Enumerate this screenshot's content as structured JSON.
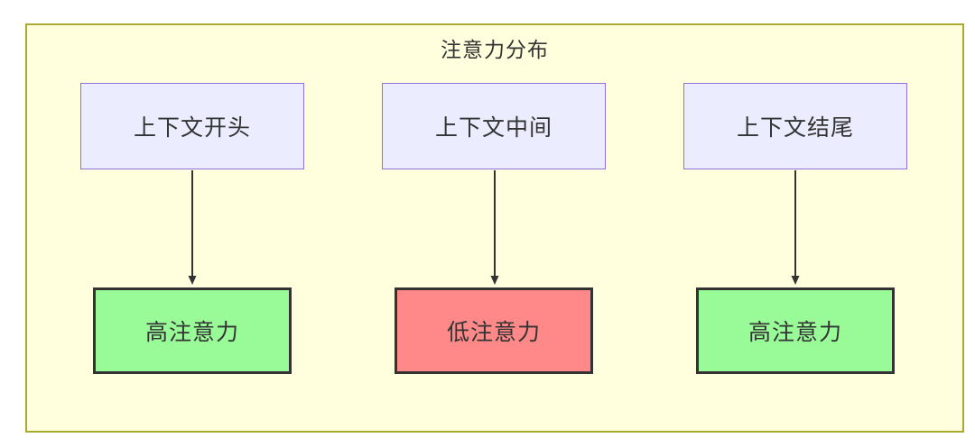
{
  "diagram": {
    "type": "flowchart",
    "title": "注意力分布",
    "top_nodes": [
      {
        "id": "ctx-start",
        "label": "上下文开头"
      },
      {
        "id": "ctx-middle",
        "label": "上下文中间"
      },
      {
        "id": "ctx-end",
        "label": "上下文结尾"
      }
    ],
    "bottom_nodes": [
      {
        "id": "attn-1",
        "label": "高注意力",
        "level": "high"
      },
      {
        "id": "attn-2",
        "label": "低注意力",
        "level": "low"
      },
      {
        "id": "attn-3",
        "label": "高注意力",
        "level": "high"
      }
    ],
    "edges": [
      {
        "from": "ctx-start",
        "to": "attn-1"
      },
      {
        "from": "ctx-middle",
        "to": "attn-2"
      },
      {
        "from": "ctx-end",
        "to": "attn-3"
      }
    ],
    "colors": {
      "cluster_fill": "#ffffde",
      "cluster_border": "#aaaa33",
      "context_node_fill": "#ececff",
      "context_node_border": "#9370db",
      "high_attention_fill": "#98fb98",
      "low_attention_fill": "#ff8888",
      "attention_node_border": "#333333",
      "edge_color": "#333333",
      "text_color": "#333333"
    }
  }
}
